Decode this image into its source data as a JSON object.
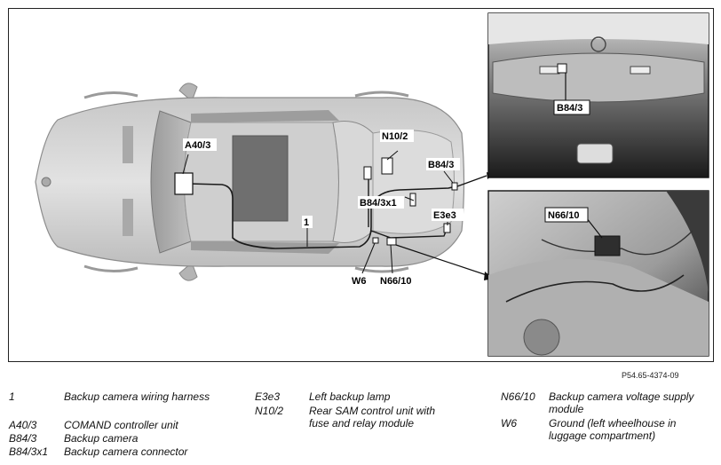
{
  "figure_ref": "P54.65-4374-09",
  "callouts": {
    "harness": "1",
    "comand": "A40/3",
    "sam": "N10/2",
    "camera": "B84/3",
    "connector": "B84/3x1",
    "lamp": "E3e3",
    "ground": "W6",
    "voltage_module": "N66/10",
    "photo_top_camera": "B84/3",
    "photo_bottom_module": "N66/10"
  },
  "legend": [
    {
      "code": "1",
      "desc": "Backup camera wiring harness"
    },
    {
      "code": "A40/3",
      "desc": "COMAND controller unit"
    },
    {
      "code": "B84/3",
      "desc": "Backup camera"
    },
    {
      "code": "B84/3x1",
      "desc": "Backup camera connector"
    },
    {
      "code": "E3e3",
      "desc": "Left backup lamp"
    },
    {
      "code": "N10/2",
      "desc": "Rear SAM control unit with fuse and relay module"
    },
    {
      "code": "N66/10",
      "desc": "Backup camera voltage supply module"
    },
    {
      "code": "W6",
      "desc": "Ground (left wheelhouse in luggage compartment)"
    }
  ]
}
